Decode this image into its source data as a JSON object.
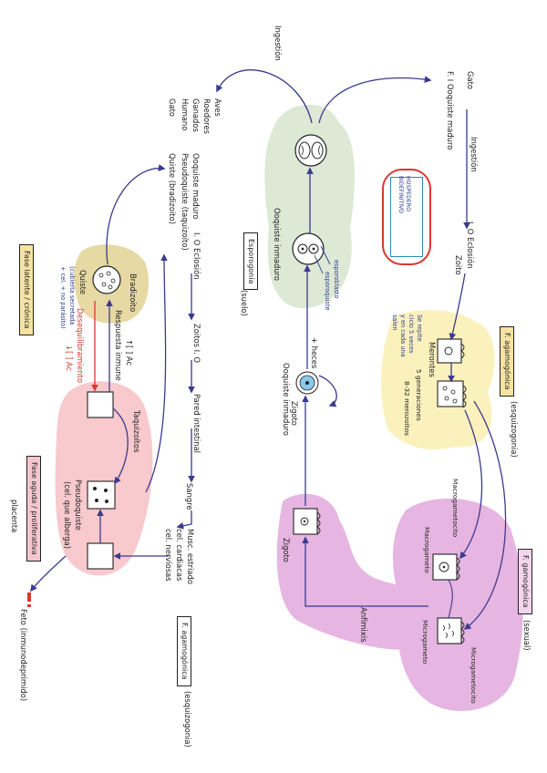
{
  "colors": {
    "green_blob": "#dde8d5",
    "yellow_blob": "#fbf1bd",
    "lilac_blob": "#e6b5e1",
    "pink_blob": "#f8c9cd",
    "olive_blob": "#e6d9a3",
    "arrow": "#3c3a8e",
    "red_text": "#d9372f",
    "blue_text": "#2b3c8f"
  },
  "top": {
    "ingestion": "Ingestión",
    "aves": "Aves",
    "roedores": "Roedores",
    "ganados": "Ganados",
    "humano": "Humano",
    "gato": "Gato",
    "ooquiste_maduro": "Ooquiste maduro",
    "pseudoquiste": "Pseudoquiste (taquizoíto)",
    "quiste": "Quiste (bradizoito)"
  },
  "right_chain": {
    "gato": "Gato",
    "fi_ooquiste": "F. I Ooquiste maduro",
    "ingestion": "Ingestión",
    "io_eclosion": "I. O Eclosión",
    "zoito": "Zoito"
  },
  "hermafrodita": {
    "line1": "HOSPEDERO",
    "line2": "BIDEFINITIVO"
  },
  "green_section": {
    "ooquiste_inmaduro": "Ooquiste inmaduro",
    "esporoblasto": "esporoblasto",
    "esporoquiste": "esporoquiste",
    "esporogonia": "Esporogonia",
    "suelo": "(suelo)",
    "heces": "+ heces"
  },
  "center_chain": {
    "io_eclosion": "I. O Eclosión",
    "zoitos_io": "Zoitos I. O",
    "pared_intestinal": "Pared intestinal",
    "sangre": "Sangre",
    "musc_estriado": "Musc. estriado",
    "cel_cardiacas": "cel. cardiacas",
    "cel_nerviosas": "cel. nerviosas"
  },
  "left_section": {
    "fase_latente": "Fase latente / crónica",
    "quiste": "Quiste",
    "bradizoito": "Bradizoito",
    "cubierta_secretada": "(cubierta secretada",
    "cel_parasito": "+ cel. + no parásito)",
    "respuesta_inmune": "Respuesta inmune",
    "ac_up": "↑[ ] Ac",
    "desequilibrio": "Desequilibramiento",
    "ac_down": "↓[ ] Ac",
    "taquizoitos": "Taquizoítos",
    "pseudoquiste": "Pseudoquiste",
    "cel_ellos": "(cel. que alberga)",
    "fase_aguda": "Fase aguda / proliferativa",
    "placenta": "placenta",
    "feto": "Feto (inmunodeprimido)",
    "f_agamogonica_bottom": "F. agamogónica",
    "esquizogonia_bottom": "(esquizogonia)"
  },
  "yellow_section": {
    "f_agamogonica": "F. agamogónica",
    "esquizogonia": "(esquizogonia)",
    "merontes": "Merontes",
    "se_repite_1": "Se repite",
    "se_repite_2": "ciclo 5 veces",
    "se_repite_3": "y en cada una",
    "se_repite_4": "salen",
    "generaciones": "5 generaciones",
    "merozoitos": "8-32 merozoitos"
  },
  "lilac_section": {
    "f_gamogonica": "F. gamogónica",
    "sexual": "(sexual)",
    "macrogametocito": "Macrogametocito",
    "macrogameto": "Macrogameto",
    "microgameto": "Microgameto",
    "microgametocito": "Microgametocito",
    "anfimixis": "Anfimixis",
    "zigoto": "Zigoto",
    "zigoto2": "Zigoto",
    "ooquiste_inmaduro2": "Ooquiste inmaduro"
  }
}
